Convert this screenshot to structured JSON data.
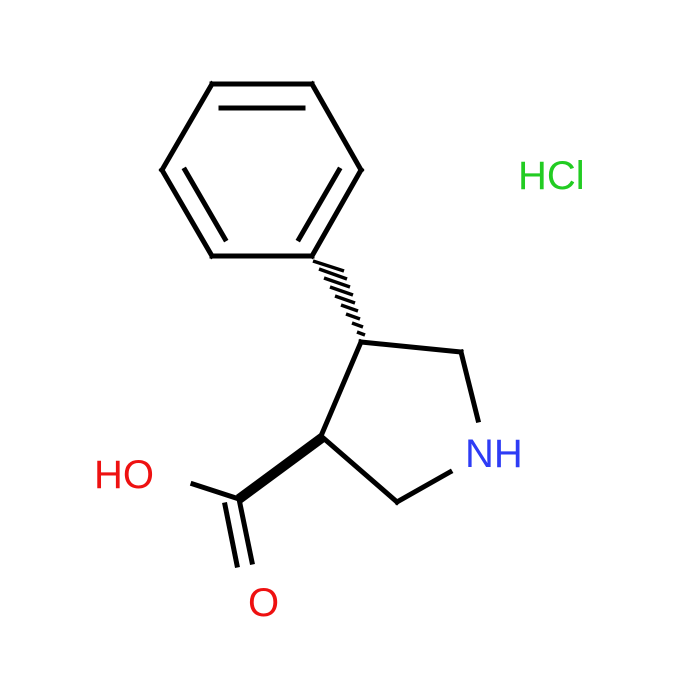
{
  "molecule": {
    "salt_label": "HCl",
    "atoms": {
      "nitrogen": "NH",
      "hydroxyl": "HO",
      "carbonyl_oxygen": "O"
    }
  },
  "colors": {
    "bond": "#000000",
    "nitrogen": "#2e3cf5",
    "oxygen": "#ee1111",
    "chlorine": "#22cc22",
    "background": "#ffffff"
  }
}
